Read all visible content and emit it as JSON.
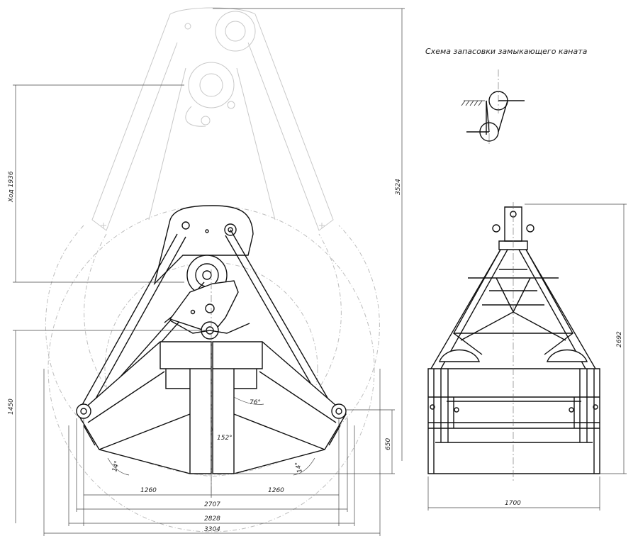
{
  "scheme_title": "Схема запасовки замыкающего каната",
  "dimensions": {
    "stroke": "Ход 1936",
    "height_total_open": "3524",
    "height_bucket": "1450",
    "height_side": "650",
    "half_span_left": "1260",
    "half_span_right": "1260",
    "span_closed": "2707",
    "span_mid": "2828",
    "span_open": "3304",
    "width_side": "1700",
    "height_side_view": "2692"
  },
  "angles": {
    "jaw_angle": "76°",
    "opening_angle": "152°",
    "left_tilt": "14°",
    "right_tilt": "14°"
  },
  "colors": {
    "main_line": "#111111",
    "ghost_line": "#bdbdbd"
  }
}
